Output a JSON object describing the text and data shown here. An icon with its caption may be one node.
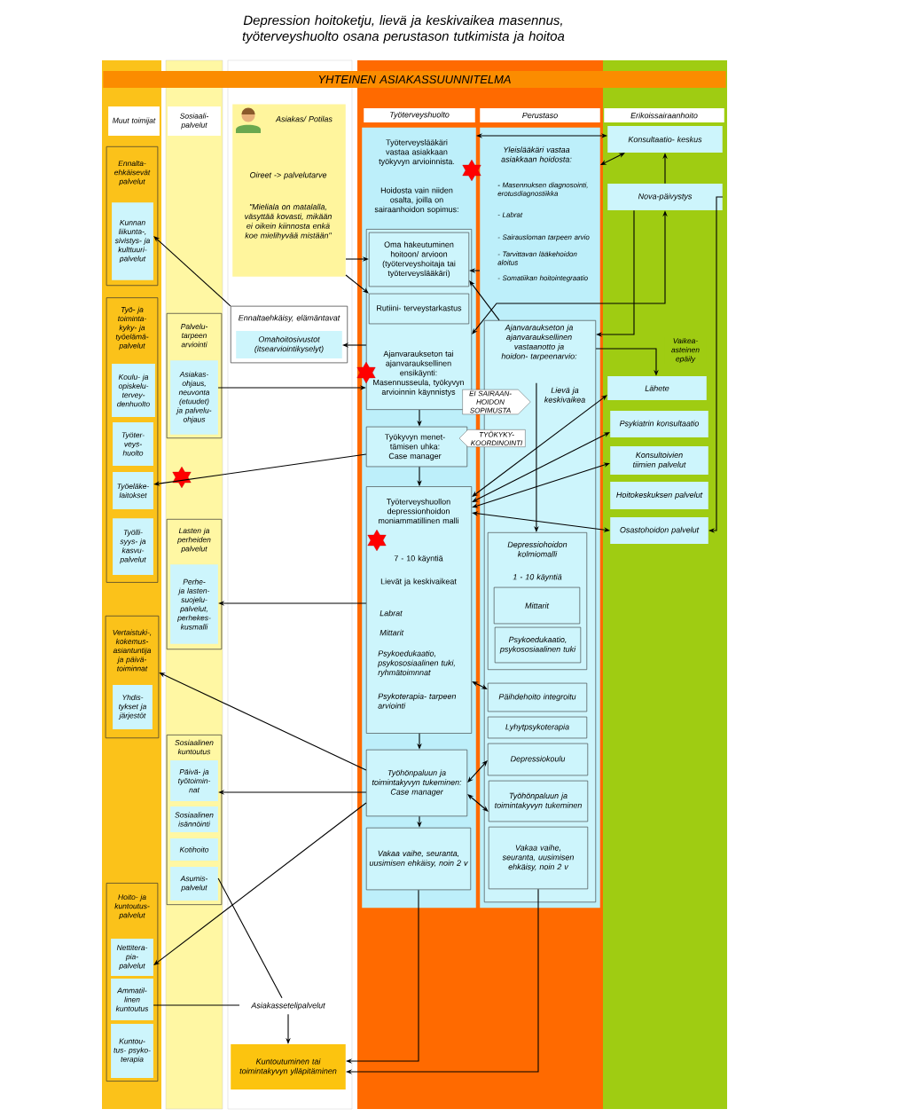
{
  "diagram": {
    "title": "Depression hoitoketju, lievä ja keskivaikea masennus, työterveyshuolto osana perustason tutkimista ja hoitoa",
    "nodes": [
      {
        "text": [
          "YHTEINEN ASIAKASSUUNNITELMA"
        ]
      },
      {
        "text": [
          "Muut toimijat"
        ]
      },
      {
        "text": [
          "Sosiaali- palvelut"
        ]
      },
      {
        "text": [
          "Asiakas/ Potilas",
          "Oireet -> palvelutarve",
          "\"Mieliala on matalalla, väsyttää kovasti, mikään ei oikein kiinnosta enkä koe mielihyvää mistään\""
        ]
      },
      {
        "text": [
          "Työterveyshuolto"
        ]
      },
      {
        "text": [
          "Perustaso"
        ]
      },
      {
        "text": [
          "Erikoissairaanhoito"
        ]
      },
      {
        "text": [
          "Ennalta- ehkäisevät palvelut"
        ]
      },
      {
        "text": [
          "Kunnan liikunta-, sivistys- ja kulttuuri- palvelut"
        ],
        "in": 7
      },
      {
        "text": [
          "Työ- ja toiminta- kyky- ja työelämä- palvelut"
        ]
      },
      {
        "text": [
          "Koulu- ja opiskelu- tervey- denhuolto"
        ],
        "in": 9
      },
      {
        "text": [
          "Työter- veys- huolto"
        ],
        "in": 9
      },
      {
        "text": [
          "Työeläke- laitokset"
        ],
        "in": 9
      },
      {
        "text": [
          "Työlli- syys- ja kasvu- palvelut"
        ],
        "in": 9
      },
      {
        "text": [
          "Vertaistuki-, kokemus- asiantuntija ja päivä- toiminnat"
        ]
      },
      {
        "text": [
          "Yhdis- tykset ja järjestöt"
        ],
        "in": 14
      },
      {
        "text": [
          "Hoito- ja kuntoutus- palvelut"
        ]
      },
      {
        "text": [
          "Nettitera- pia- palvelut"
        ],
        "in": 16
      },
      {
        "text": [
          "Ammatil- linen kuntoutus"
        ],
        "in": 16
      },
      {
        "text": [
          "Kuntou- tus- psyko- terapia"
        ],
        "in": 16
      },
      {
        "text": [
          "Palvelu- tarpeen arviointi"
        ]
      },
      {
        "text": [
          "Asiakas- ohjaus, neuvonta (etuudet) ja palvelu- ohjaus"
        ],
        "in": 20
      },
      {
        "text": [
          "Lasten ja perheiden palvelut"
        ]
      },
      {
        "text": [
          "Perhe- ja lasten- suojelu- palvelut, perhekes- kusmalli"
        ],
        "in": 22
      },
      {
        "text": [
          "Sosiaalinen kuntoutus"
        ]
      },
      {
        "text": [
          "Päivä- ja työtoimin- nat"
        ],
        "in": 24
      },
      {
        "text": [
          "Sosiaalinen isännöinti"
        ],
        "in": 24
      },
      {
        "text": [
          "Kotihoito"
        ],
        "in": 24
      },
      {
        "text": [
          "Asumis- palvelut"
        ],
        "in": 24
      },
      {
        "text": [
          "Ennaltaehkäisy, elämäntavat"
        ]
      },
      {
        "text": [
          "Omahoitosivustot (itsearviointikyselyt)"
        ],
        "in": 29
      },
      {
        "text": [
          "Asiakassetelipalvelut"
        ]
      },
      {
        "text": [
          "Kuntoutuminen tai toimintakyvyn ylläpitäminen"
        ]
      },
      {
        "text": [
          "Työterveyslääkäri vastaa asiakkaan työkyvyn arvioinnista.",
          "Hoidosta vain niiden osalta, joilla on sairaanhoidon sopimus:"
        ]
      },
      {
        "text": [
          "Ajanvaraukseton tai ajanvarauksellinen ensikäynti: Masennusseula, työkyvyn arvioinnin käynnistys"
        ],
        "in": 33
      },
      {
        "text": [
          "Oma hakeutuminen hoitoon/ arvioon (työterveyshoitaja tai työterveyslääkäri)"
        ],
        "in": 34
      },
      {
        "text": [
          "Rutiini- terveystarkastus"
        ],
        "in": 34
      },
      {
        "text": [
          "Työkyvyn menet- tämisen uhka: Case manager"
        ],
        "in": 33
      },
      {
        "text": [
          "Työterveyshuollon depressionhoidon moniammatillinen malli",
          "7 - 10 käyntiä",
          "Lievät ja keskivaikeat",
          "Labrat",
          "Mittarit",
          "Psykoedukaatio, psykososiaalinen tuki, ryhmätoimnnat",
          "Psykoterapia- tarpeen arviointi"
        ],
        "in": 33
      },
      {
        "text": [
          "Työhönpaluun ja toimintakyvyn tukeminen: Case manager"
        ],
        "in": 33
      },
      {
        "text": [
          "Vakaa vaihe, seuranta, uusimisen ehkäisy, noin 2 v"
        ],
        "in": 33
      },
      {
        "text": [
          "Yleislääkäri vastaa asiakkaan hoidosta:",
          "- Masennuksen diagnosointi, erotusdiagnostiikka",
          "- Labrat",
          "- Sairausloman tarpeen arvio",
          "- Tarvittavan lääkehoidon aloitus",
          "- Somatiikan hoitointegraatio"
        ]
      },
      {
        "text": [
          "Ajanvaraukseton ja ajanvarauksellinen vastaanotto ja hoidon- tarpeenarvio:"
        ],
        "in": 41
      },
      {
        "text": [
          "Lievä ja keskivaikea"
        ],
        "in": 42
      },
      {
        "text": [
          "Depressiohoidon kolmiomalli",
          "1 - 10 käyntiä"
        ],
        "in": 42
      },
      {
        "text": [
          "Mittarit"
        ],
        "in": 44
      },
      {
        "text": [
          "Psykoedukaatio, psykososiaalinen tuki"
        ],
        "in": 44
      },
      {
        "text": [
          "Päihdehoito integroitu"
        ],
        "in": 42
      },
      {
        "text": [
          "Lyhytpsykoterapia"
        ],
        "in": 42
      },
      {
        "text": [
          "Depressiokoulu"
        ],
        "in": 42
      },
      {
        "text": [
          "Työhönpaluun ja toimintakyvyn tukeminen"
        ],
        "in": 42
      },
      {
        "text": [
          "Vakaa vaihe, seuranta, uusimisen ehkäisy, noin 2 v"
        ],
        "in": 42
      },
      {
        "text": [
          "EI SAIRAAN- HOIDON SOPIMUSTA"
        ]
      },
      {
        "text": [
          "TYÖKYKY- KOORDINOINTI"
        ]
      },
      {
        "text": [
          "Konsultaatio- keskus"
        ]
      },
      {
        "text": [
          "Nova-päivystys"
        ]
      },
      {
        "text": [
          "Lähete"
        ]
      },
      {
        "text": [
          "Psykiatrin konsultaatio"
        ]
      },
      {
        "text": [
          "Konsultoivien tiimien palvelut"
        ]
      },
      {
        "text": [
          "Hoitokeskuksen palvelut"
        ]
      },
      {
        "text": [
          "Osastohoidon palvelut"
        ]
      }
    ],
    "edges": [
      {
        "from": 33,
        "to": 54,
        "arrow": "both"
      },
      {
        "from": 41,
        "to": 54,
        "arrow": "both"
      },
      {
        "from": 55,
        "to": 54,
        "arrow": "to"
      },
      {
        "from": 3,
        "to": 35,
        "arrow": "to"
      },
      {
        "from": 3,
        "to": 36,
        "arrow": "to"
      },
      {
        "from": 41,
        "to": 35,
        "arrow": "to"
      },
      {
        "from": 42,
        "to": 35,
        "arrow": "to"
      },
      {
        "from": 34,
        "to": 55,
        "arrow": "both"
      },
      {
        "from": 55,
        "to": 42,
        "arrow": "to"
      },
      {
        "from": 42,
        "to": 56,
        "arrow": "to",
        "label": "Vaikea- asteinen epäily"
      },
      {
        "from": 55,
        "to": 60,
        "arrow": "to"
      },
      {
        "from": 38,
        "to": 56,
        "arrow": "both"
      },
      {
        "from": 38,
        "to": 57,
        "arrow": "both"
      },
      {
        "from": 38,
        "to": 58,
        "arrow": "both"
      },
      {
        "from": 38,
        "to": 60,
        "arrow": "both"
      },
      {
        "from": 43,
        "to": 44,
        "arrow": "to"
      },
      {
        "from": 34,
        "to": 37,
        "arrow": "to"
      },
      {
        "from": 37,
        "to": 38,
        "arrow": "to"
      },
      {
        "from": 38,
        "to": 39,
        "arrow": "to"
      },
      {
        "from": 39,
        "to": 40,
        "arrow": "to"
      },
      {
        "from": 38,
        "to": 47,
        "arrow": "both"
      },
      {
        "from": 39,
        "to": 49,
        "arrow": "both"
      },
      {
        "from": 39,
        "to": 50,
        "arrow": "both"
      },
      {
        "from": 40,
        "to": 32,
        "arrow": "to"
      },
      {
        "from": 51,
        "to": 32,
        "arrow": "to"
      },
      {
        "from": 31,
        "to": 32,
        "arrow": "to"
      },
      {
        "from": 18,
        "to": 31,
        "arrow": "none"
      },
      {
        "from": 31,
        "to": 28,
        "arrow": "none"
      },
      {
        "from": 34,
        "to": 30,
        "arrow": "to"
      },
      {
        "from": 29,
        "to": 8,
        "arrow": "to"
      },
      {
        "from": 21,
        "to": 34,
        "arrow": "to"
      },
      {
        "from": 37,
        "to": 12,
        "arrow": "to"
      },
      {
        "from": 38,
        "to": 23,
        "arrow": "to"
      },
      {
        "from": 39,
        "to": 14,
        "arrow": "to"
      },
      {
        "from": 39,
        "to": 25,
        "arrow": "to"
      },
      {
        "from": 39,
        "to": 17,
        "arrow": "to"
      }
    ]
  }
}
